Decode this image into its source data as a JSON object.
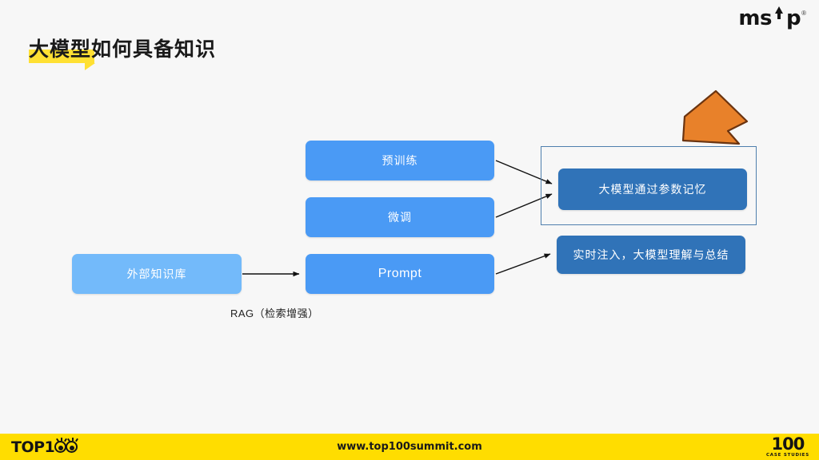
{
  "brand": {
    "name": "msup",
    "name_part1": "ms",
    "name_part2": "p",
    "registered": "®",
    "arrow_icon": "up-arrow-icon"
  },
  "title": {
    "text": "大模型如何具备知识",
    "highlight_color": "#ffe033"
  },
  "diagram": {
    "nodes": [
      {
        "id": "pretrain",
        "label": "预训练",
        "color": "#4a9af5"
      },
      {
        "id": "finetune",
        "label": "微调",
        "color": "#4a9af5"
      },
      {
        "id": "prompt",
        "label": "Prompt",
        "color": "#4a9af5"
      },
      {
        "id": "knowledge_base",
        "label": "外部知识库",
        "color": "#73bafa"
      },
      {
        "id": "param_memory",
        "label": "大模型通过参数记忆",
        "color": "#3073b8"
      },
      {
        "id": "realtime_inject",
        "label": "实时注入，大模型理解与总结",
        "color": "#3073b8"
      }
    ],
    "edge_label": "RAG（检索增强）",
    "focus_frame_color": "#4f7fad",
    "callout_arrow": {
      "icon": "orange-arrow-down-left-icon",
      "fill": "#e8812a",
      "stroke": "#6b3410"
    }
  },
  "footer": {
    "background": "#ffdd00",
    "left_logo_text": "TOP1",
    "left_logo_icon": "top100-eyes-icon",
    "url": "www.top100summit.com",
    "right_logo_number": "100",
    "right_logo_caption": "CASE STUDIES"
  }
}
